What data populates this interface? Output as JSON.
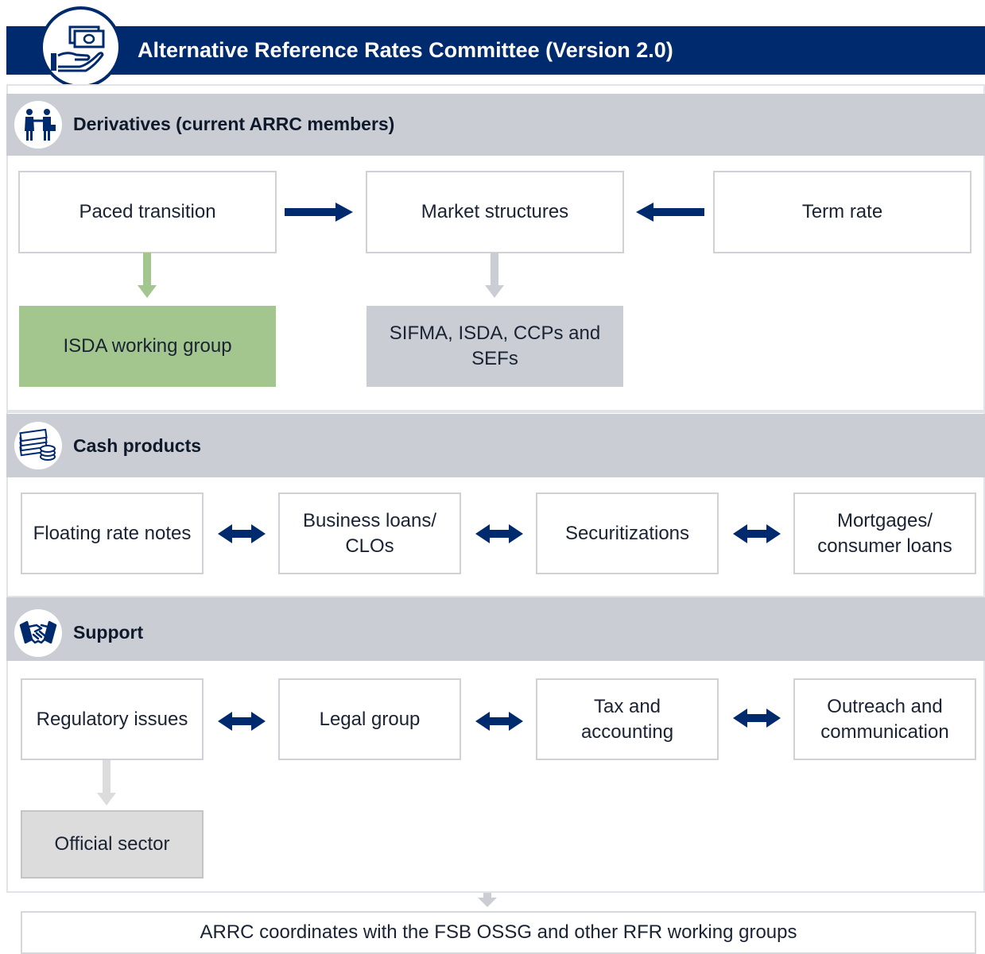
{
  "header": {
    "title": "Alternative Reference Rates Committee (Version 2.0)",
    "icon": "money-hand-icon"
  },
  "sections": {
    "derivatives": {
      "title": "Derivatives (current ARRC members)",
      "icon": "handshake-people-icon",
      "boxes": {
        "paced_transition": "Paced transition",
        "market_structures": "Market structures",
        "term_rate": "Term rate",
        "isda_working_group": "ISDA working group",
        "sifma_group": "SIFMA, ISDA, CCPs and SEFs"
      }
    },
    "cash_products": {
      "title": "Cash products",
      "icon": "cash-stack-icon",
      "boxes": {
        "floating_rate_notes": "Floating rate notes",
        "business_loans": "Business loans/ CLOs",
        "securitizations": "Securitizations",
        "mortgages": "Mortgages/ consumer loans"
      }
    },
    "support": {
      "title": "Support",
      "icon": "handshake-icon",
      "boxes": {
        "regulatory_issues": "Regulatory issues",
        "legal_group": "Legal group",
        "tax_accounting": "Tax and accounting",
        "outreach": "Outreach and communication",
        "official_sector": "Official sector"
      }
    }
  },
  "footer": {
    "text": "ARRC coordinates with the FSB OSSG and other RFR working groups"
  },
  "colors": {
    "navy": "#002a6e",
    "section_grey": "#cbcdd4",
    "green": "#a3c58e",
    "light_grey": "#dcdcdc"
  }
}
